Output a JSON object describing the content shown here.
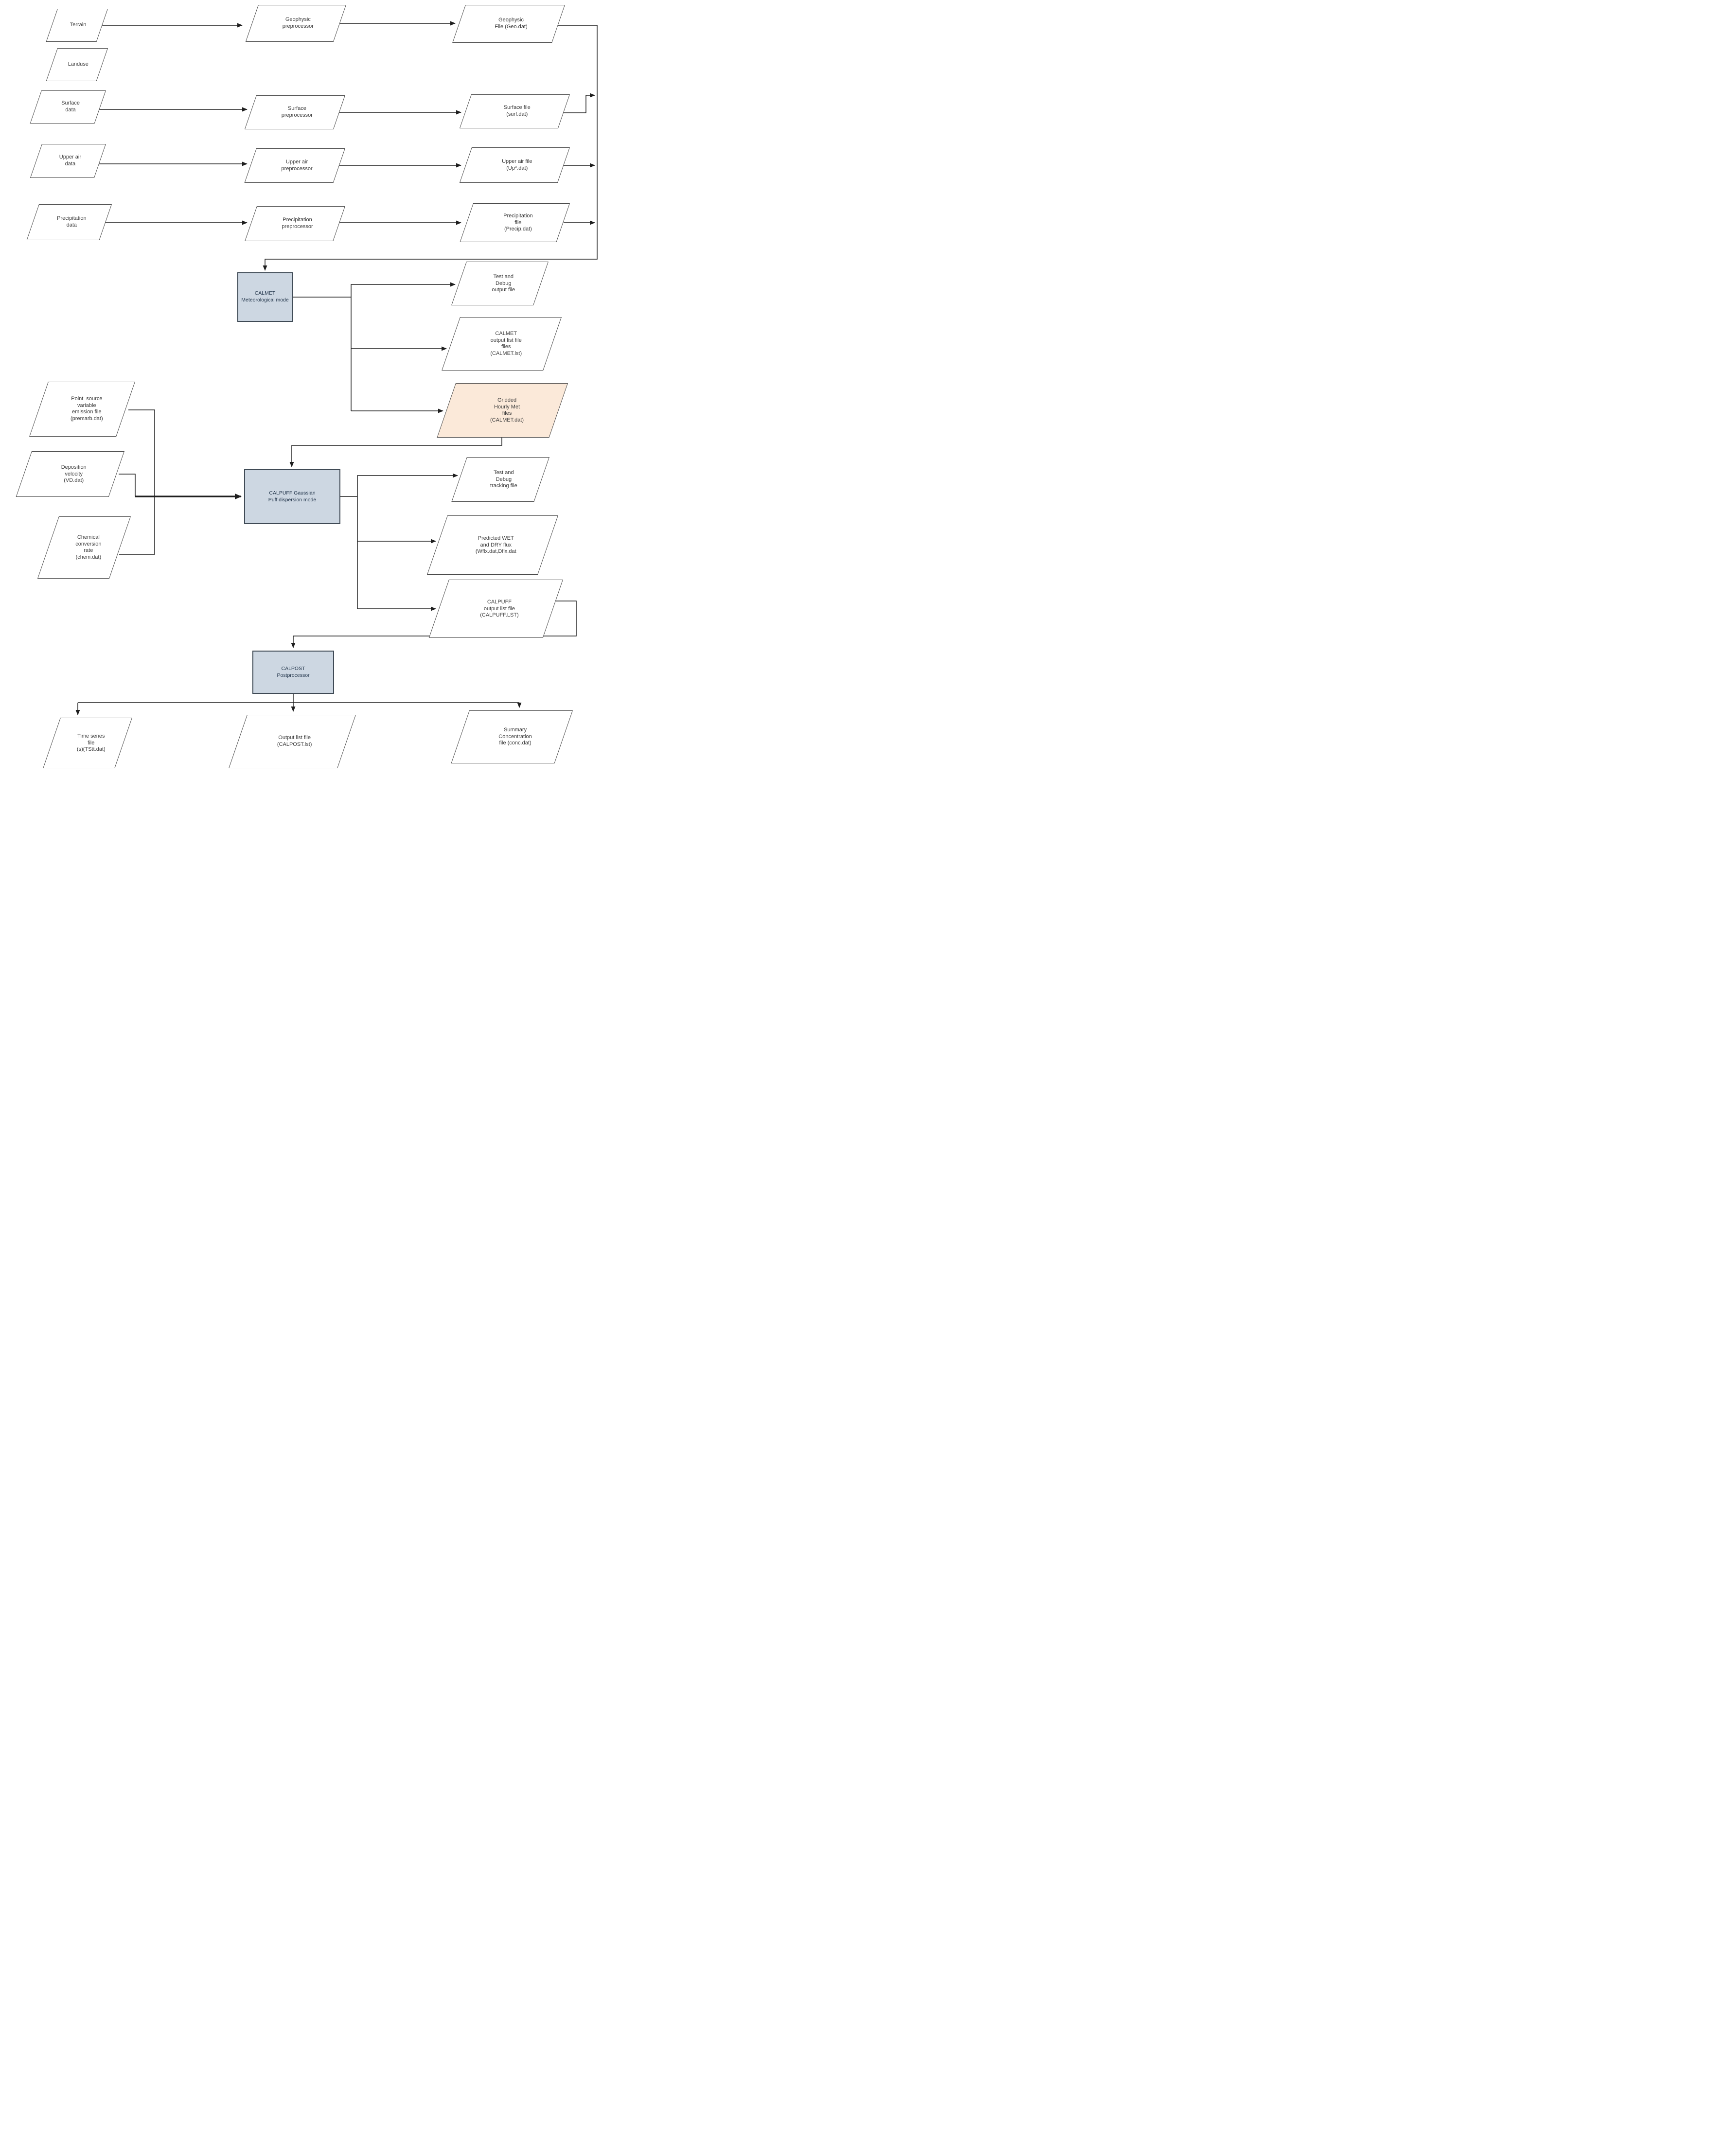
{
  "colors": {
    "process-fill": "#cdd7e2",
    "process-border": "#3f4a55",
    "process-text": "#1e3147",
    "io-fill": "#ffffff",
    "io-border": "#4a4a4a",
    "io-text": "#3a3a3a",
    "highlight-fill": "#fbe9d9",
    "line": "#1f1f1f"
  },
  "nodes": {
    "terrain": {
      "label": [
        "Terrain"
      ]
    },
    "landuse": {
      "label": [
        "Landuse"
      ]
    },
    "surface_data": {
      "label": [
        "Surface",
        "data"
      ]
    },
    "upper_air_data": {
      "label": [
        "Upper air",
        "data"
      ]
    },
    "precipitation_data": {
      "label": [
        "Precipitation",
        "data"
      ]
    },
    "geophysic_preprocessor": {
      "label": [
        "Geophysic",
        "preprocessor"
      ]
    },
    "surface_preprocessor": {
      "label": [
        "Surface",
        "preprocessor"
      ]
    },
    "upper_air_preprocessor": {
      "label": [
        "Upper air",
        "preprocessor"
      ]
    },
    "precipitation_preprocessor": {
      "label": [
        "Precipitation",
        "preprocessor"
      ]
    },
    "geophysic_file": {
      "label": [
        "Geophysic",
        "File (Geo.dat)"
      ]
    },
    "surface_file": {
      "label": [
        "Surface file",
        "(surf.dat)"
      ]
    },
    "upper_air_file": {
      "label": [
        "Upper air file",
        "(Up*.dat)"
      ]
    },
    "precipitation_file": {
      "label": [
        "Precipitation",
        "file",
        "(Precip.dat)"
      ]
    },
    "calmet": {
      "label": [
        "CALMET",
        "Meteorological mode"
      ]
    },
    "test_debug_output_file": {
      "label": [
        "Test and",
        "Debug",
        "output file"
      ]
    },
    "calmet_output_list": {
      "label": [
        "CALMET",
        "output list file",
        "files",
        "(CALMET.lst)"
      ]
    },
    "gridded_hourly_met": {
      "label": [
        "Gridded",
        "Hourly Met",
        "files",
        "(CALMET.dat)"
      ]
    },
    "point_source": {
      "label": [
        "Point  source",
        "variable",
        "emission file",
        "(premarb.dat)"
      ]
    },
    "deposition_velocity": {
      "label": [
        "Deposition",
        "velocity",
        "(VD.dat)"
      ]
    },
    "chemical_conversion": {
      "label": [
        "Chemical",
        "conversion",
        "rate",
        "(chem.dat)"
      ]
    },
    "calpuff": {
      "label": [
        "CALPUFF Gaussian",
        "Puff dispersion mode"
      ]
    },
    "test_debug_tracking": {
      "label": [
        "Test and",
        "Debug",
        "tracking file"
      ]
    },
    "predicted_flux": {
      "label": [
        "Predicted WET",
        "and DRY flux",
        "(Wflx.dat,Dflx.dat"
      ]
    },
    "calpuff_output_list": {
      "label": [
        "CALPUFF",
        "output list file",
        "(CALPUFF.LST)"
      ]
    },
    "calpost": {
      "label": [
        "CALPOST",
        "Postprocessor"
      ]
    },
    "time_series_file": {
      "label": [
        "Time series",
        "file",
        "(s)(TStt.dat)"
      ]
    },
    "output_list_file": {
      "label": [
        "Output list file",
        "(CALPOST.lst)"
      ]
    },
    "summary_concentration": {
      "label": [
        "Summary",
        "Concentration",
        "file (conc.dat)"
      ]
    }
  }
}
